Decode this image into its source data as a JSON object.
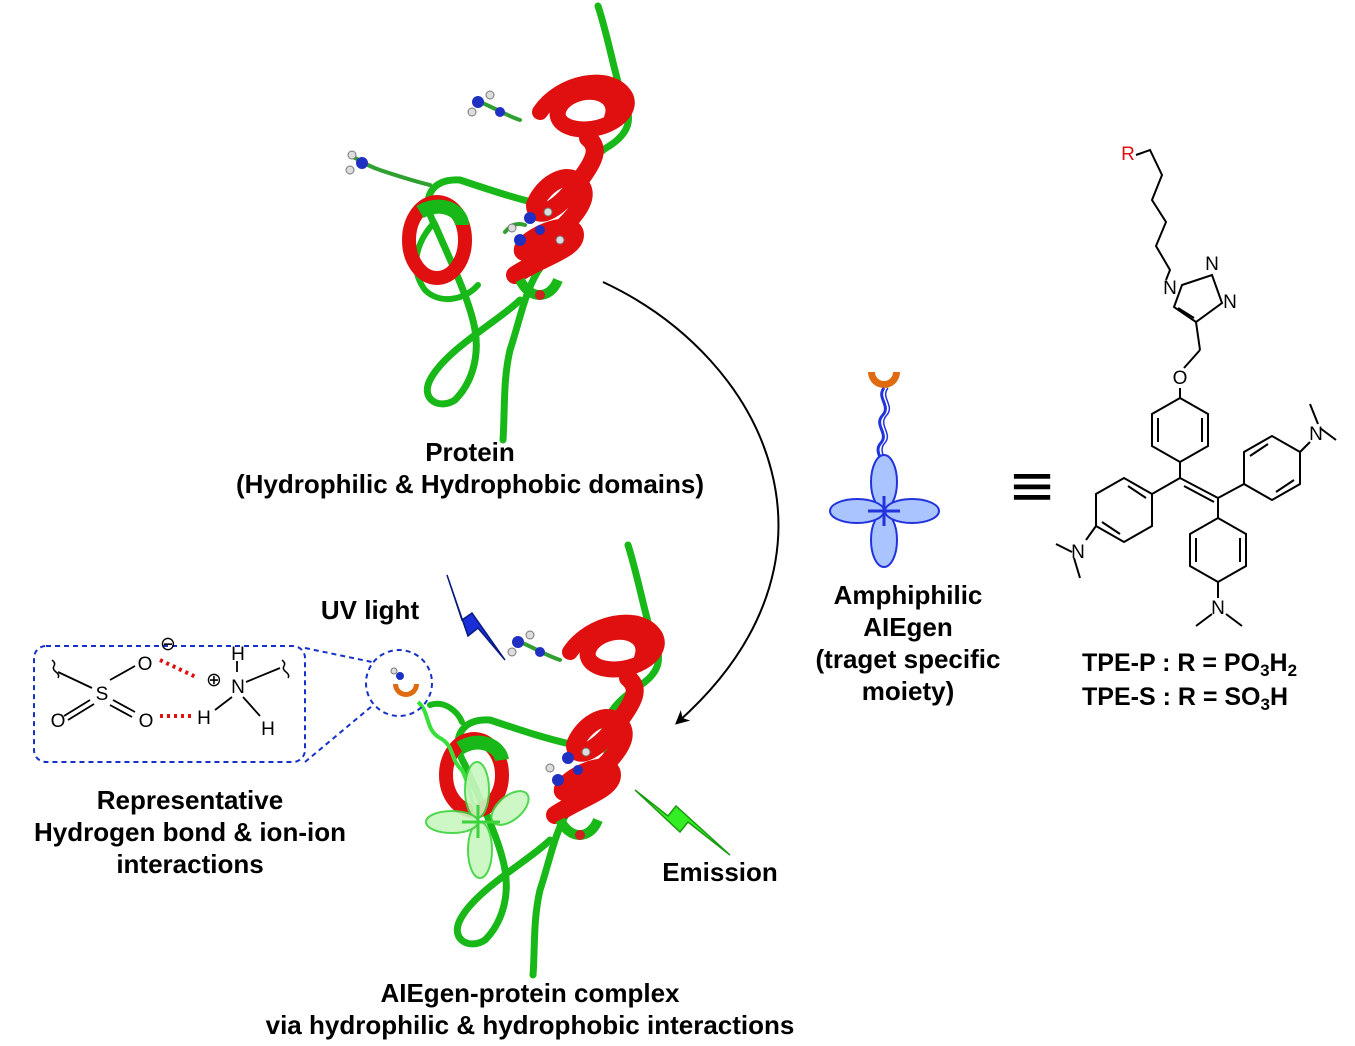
{
  "colors": {
    "helix_red": "#e01010",
    "coil_green": "#18b818",
    "dark_green": "#0a6a0a",
    "aie_blue": "#2233dd",
    "aie_light_blue": "#a9c4ff",
    "head_orange": "#e06a10",
    "uv_blue": "#1a2fd8",
    "emission_green": "#33ee22",
    "hbond_red": "#e01010",
    "dash_box_blue": "#1530c8",
    "r_group_red": "#e01010"
  },
  "labels": {
    "protein": [
      "Protein",
      "(Hydrophilic & Hydrophobic domains)"
    ],
    "uv_light": "UV light",
    "emission": "Emission",
    "representative": [
      "Representative",
      "Hydrogen bond & ion-ion",
      "interactions"
    ],
    "complex": [
      "AIEgen-protein complex",
      "via hydrophilic & hydrophobic interactions"
    ],
    "amphiphilic": [
      "Amphiphilic",
      "AIEgen",
      "(traget specific",
      "moiety)"
    ]
  },
  "equivalence": "≡",
  "structure": {
    "r_group": "R",
    "n1": "N",
    "n2": "N",
    "n3": "N",
    "oxygen": "O",
    "n_top_right": "N",
    "n_left": "N",
    "n_bottom": "N"
  },
  "interaction": {
    "sulfur": "S",
    "oxygen_minus": "O",
    "minus_sign": "⊖",
    "oxygen_double_left": "O",
    "oxygen_double_right": "O",
    "nitrogen": "N",
    "plus_sign": "⊕",
    "h_top": "H",
    "h_left": "H",
    "h_bottom": "H"
  },
  "formulas": {
    "tpe_p": {
      "prefix": "TPE-P : R = PO",
      "sub1": "3",
      "mid": "H",
      "sub2": "2"
    },
    "tpe_s": {
      "prefix": "TPE-S : R = SO",
      "sub1": "3",
      "mid": "H"
    }
  }
}
